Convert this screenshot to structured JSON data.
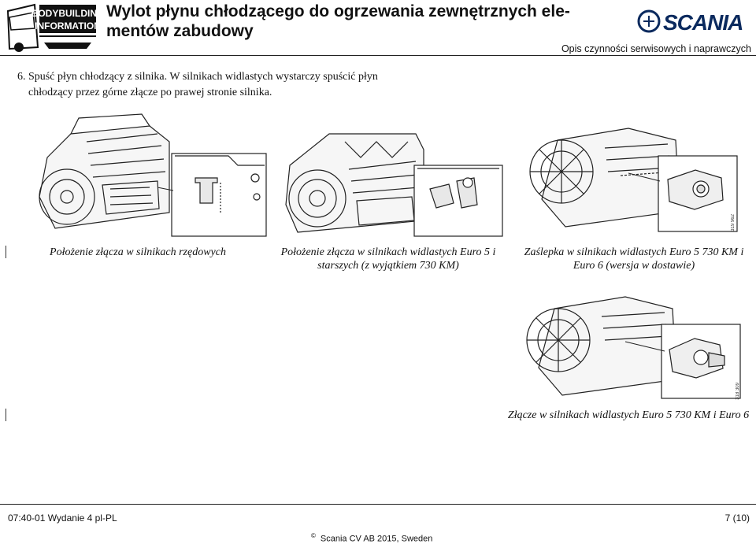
{
  "header": {
    "logo_line1": "BODYBUILDING",
    "logo_line2": "INFORMATION",
    "title": "Wylot płynu chłodzącego do ogrzewania zewnętrznych ele-mentów zabudowy",
    "brand": "SCANIA",
    "subtitle": "Opis czynności serwisowych i naprawczych"
  },
  "step": {
    "number": "6.",
    "text": "Spuść płyn chłodzący z silnika. W silnikach widlastych wystarczy spuścić płyn chłodzący przez górne złącze po prawej stronie silnika."
  },
  "figures": {
    "inline": {
      "caption": "Położenie złącza w silnikach rzędowych"
    },
    "v_euro5": {
      "caption": "Położenie złącza w silnikach widlastych Euro 5 i starszych (z wyjątkiem 730 KM)"
    },
    "v_euro6_plug": {
      "caption": "Zaślepka w silnikach widlastych Euro 5 730 KM i Euro 6 (wersja w dostawie)",
      "figure_id": "319 962"
    },
    "v_connector": {
      "caption": "Złącze w silnikach widlastych Euro 5 730 KM i Euro 6",
      "figure_id": "318 309"
    }
  },
  "footer": {
    "doc_ref": "07:40-01 Wydanie 4 pl-PL",
    "page": "7 (10)",
    "copyright_symbol": "©",
    "copyright": "Scania CV AB 2015, Sweden"
  }
}
